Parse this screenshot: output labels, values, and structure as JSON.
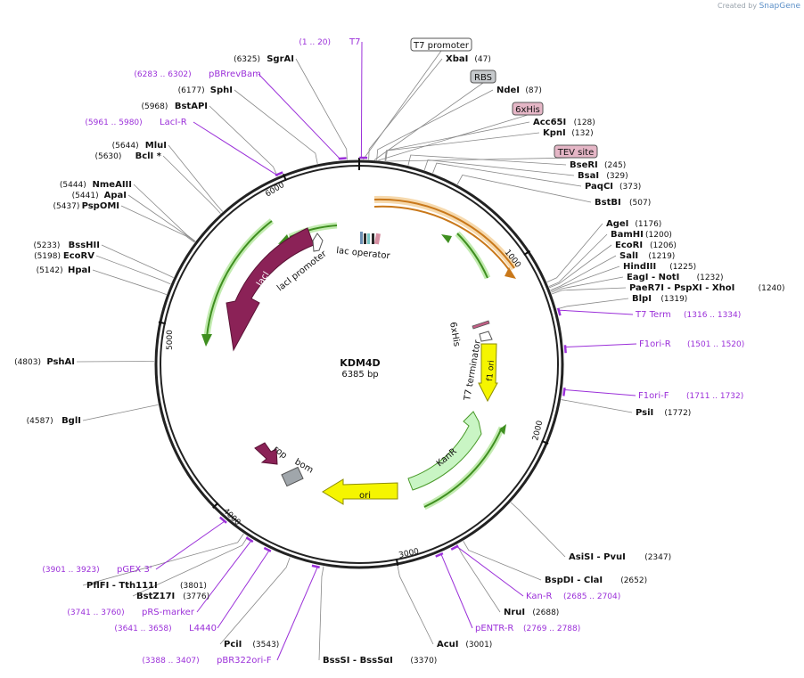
{
  "credit": {
    "created_by": "Created by",
    "app": "SnapGene"
  },
  "plasmid": {
    "name": "KDM4D",
    "size_label": "6385 bp",
    "total_bp": 6385
  },
  "ticks": [
    "1000",
    "2000",
    "3000",
    "4000",
    "5000",
    "6000"
  ],
  "enzymes": [
    {
      "name": "SgrAI",
      "pos": "(6325)",
      "bp": 6325
    },
    {
      "name": "SphI",
      "pos": "(6177)",
      "bp": 6177
    },
    {
      "name": "BstAPI",
      "pos": "(5968)",
      "bp": 5968
    },
    {
      "name": "MluI",
      "pos": "(5644)",
      "bp": 5644
    },
    {
      "name": "BclI *",
      "pos": "(5630)",
      "bp": 5630
    },
    {
      "name": "NmeAIII",
      "pos": "(5444)",
      "bp": 5444
    },
    {
      "name": "ApaI",
      "pos": "(5441)",
      "bp": 5441
    },
    {
      "name": "PspOMI",
      "pos": "(5437)",
      "bp": 5437
    },
    {
      "name": "BssHII",
      "pos": "(5233)",
      "bp": 5233
    },
    {
      "name": "EcoRV",
      "pos": "(5198)",
      "bp": 5198
    },
    {
      "name": "HpaI",
      "pos": "(5142)",
      "bp": 5142
    },
    {
      "name": "PshAI",
      "pos": "(4803)",
      "bp": 4803
    },
    {
      "name": "BglI",
      "pos": "(4587)",
      "bp": 4587
    },
    {
      "name": "XbaI",
      "pos": "(47)",
      "bp": 47
    },
    {
      "name": "NdeI",
      "pos": "(87)",
      "bp": 87
    },
    {
      "name": "Acc65I",
      "pos": "(128)",
      "bp": 128
    },
    {
      "name": "KpnI",
      "pos": "(132)",
      "bp": 132
    },
    {
      "name": "BseRI",
      "pos": "(245)",
      "bp": 245
    },
    {
      "name": "BsaI",
      "pos": "(329)",
      "bp": 329
    },
    {
      "name": "PaqCI",
      "pos": "(373)",
      "bp": 373
    },
    {
      "name": "BstBI",
      "pos": "(507)",
      "bp": 507
    },
    {
      "name": "AgeI",
      "pos": "(1176)",
      "bp": 1176
    },
    {
      "name": "BamHI",
      "pos": "(1200)",
      "bp": 1200
    },
    {
      "name": "EcoRI",
      "pos": "(1206)",
      "bp": 1206
    },
    {
      "name": "SalI",
      "pos": "(1219)",
      "bp": 1219
    },
    {
      "name": "HindIII",
      "pos": "(1225)",
      "bp": 1225
    },
    {
      "name": "EagI - NotI",
      "pos": "(1232)",
      "bp": 1232
    },
    {
      "name": "PaeR7I - PspXI - XhoI",
      "pos": "(1240)",
      "bp": 1240
    },
    {
      "name": "BlpI",
      "pos": "(1319)",
      "bp": 1319
    },
    {
      "name": "PsiI",
      "pos": "(1772)",
      "bp": 1772
    },
    {
      "name": "AsiSI - PvuI",
      "pos": "(2347)",
      "bp": 2347
    },
    {
      "name": "BspDI - ClaI",
      "pos": "(2652)",
      "bp": 2652
    },
    {
      "name": "NruI",
      "pos": "(2688)",
      "bp": 2688
    },
    {
      "name": "AcuI",
      "pos": "(3001)",
      "bp": 3001
    },
    {
      "name": "BssSI - BssSαI",
      "pos": "(3370)",
      "bp": 3370
    },
    {
      "name": "PciI",
      "pos": "(3543)",
      "bp": 3543
    },
    {
      "name": "BstZ17I",
      "pos": "(3776)",
      "bp": 3776
    },
    {
      "name": "PflFI - Tth111I",
      "pos": "(3801)",
      "bp": 3801
    }
  ],
  "primers": [
    {
      "name": "T7",
      "range": "(1 .. 20)",
      "start": 1,
      "end": 20
    },
    {
      "name": "pBRrevBam",
      "range": "(6283 .. 6302)",
      "start": 6283,
      "end": 6302
    },
    {
      "name": "LacI-R",
      "range": "(5961 .. 5980)",
      "start": 5961,
      "end": 5980
    },
    {
      "name": "T7 Term",
      "range": "(1316 .. 1334)",
      "start": 1316,
      "end": 1334
    },
    {
      "name": "F1ori-R",
      "range": "(1501 .. 1520)",
      "start": 1501,
      "end": 1520
    },
    {
      "name": "F1ori-F",
      "range": "(1711 .. 1732)",
      "start": 1711,
      "end": 1732
    },
    {
      "name": "Kan-R",
      "range": "(2685 .. 2704)",
      "start": 2685,
      "end": 2704
    },
    {
      "name": "pENTR-R",
      "range": "(2769 .. 2788)",
      "start": 2769,
      "end": 2788
    },
    {
      "name": "pBR322ori-F",
      "range": "(3388 .. 3407)",
      "start": 3388,
      "end": 3407
    },
    {
      "name": "L4440",
      "range": "(3641 .. 3658)",
      "start": 3641,
      "end": 3658
    },
    {
      "name": "pRS-marker",
      "range": "(3741 .. 3760)",
      "start": 3741,
      "end": 3760
    },
    {
      "name": "pGEX 3'",
      "range": "(3901 .. 3923)",
      "start": 3901,
      "end": 3923
    }
  ],
  "boxed_features": [
    "T7 promoter",
    "RBS",
    "6xHis",
    "TEV site"
  ],
  "features": {
    "lacI": "lacI",
    "lacI_promoter": "lacI promoter",
    "lac_operator": "lac operator",
    "his_inner": "6xHis",
    "t7_terminator": "T7 terminator",
    "f1_ori": "f1 ori",
    "kanr": "KanR",
    "ori": "ori",
    "rop": "rop",
    "bom": "bom"
  },
  "colors": {
    "backbone": "#222222",
    "lacI": "#8b2257",
    "kanr": "#c9f5c4",
    "ori_yellow": "#f5f500",
    "orf_green": "#4a9a2a",
    "orf_orange": "#d8861c",
    "primer": "#9b30d9",
    "bom": "#a0a6ab"
  }
}
